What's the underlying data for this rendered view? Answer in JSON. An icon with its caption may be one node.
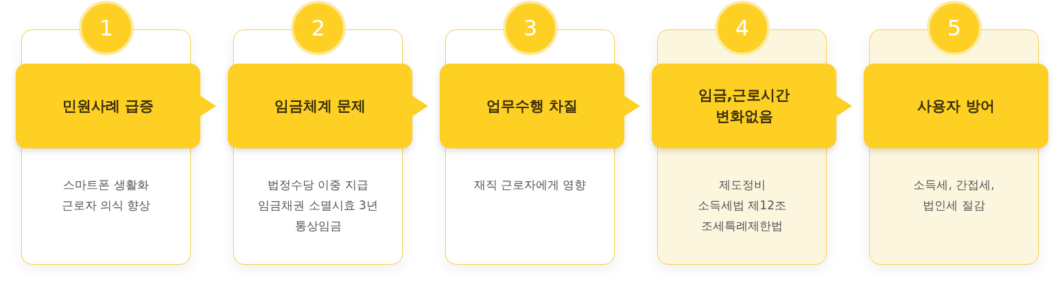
{
  "diagram": {
    "nodes": [
      {
        "text": [
          "1"
        ]
      },
      {
        "text": [
          "스마트폰 생활화",
          "근로자 의식 향상"
        ]
      },
      {
        "text": [
          "민원사례 급증"
        ],
        "in": 1
      },
      {
        "text": [
          "2"
        ]
      },
      {
        "text": [
          "법정수당 이중 지급",
          "임금채권 소멸시효 3년",
          "통상임금"
        ]
      },
      {
        "text": [
          "임금체계 문제"
        ],
        "in": 4
      },
      {
        "text": [
          "3"
        ]
      },
      {
        "text": [
          "재직 근로자에게 영향"
        ]
      },
      {
        "text": [
          "업무수행 차질"
        ],
        "in": 7
      },
      {
        "text": [
          "4"
        ]
      },
      {
        "text": [
          "제도정비",
          "소득세법 제12조",
          "조세특례제한법"
        ]
      },
      {
        "text": [
          "임금,근로시간 변화없음"
        ],
        "in": 10
      },
      {
        "text": [
          "5"
        ]
      },
      {
        "text": [
          "소득세, 간접세, 법인세 절감"
        ]
      },
      {
        "text": [
          "사용자 방어"
        ],
        "in": 13
      }
    ],
    "edges": [
      {
        "from": 2,
        "to": 5,
        "arrow": "to"
      },
      {
        "from": 5,
        "to": 8,
        "arrow": "to"
      },
      {
        "from": 8,
        "to": 11,
        "arrow": "to"
      },
      {
        "from": 11,
        "to": 14,
        "arrow": "to"
      }
    ]
  }
}
